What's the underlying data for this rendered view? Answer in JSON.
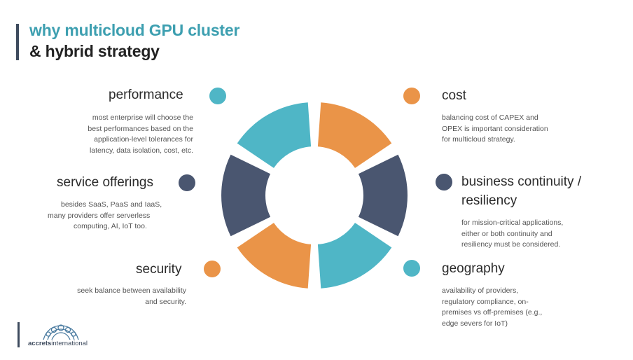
{
  "title": {
    "line1": "why multicloud GPU cluster",
    "line2": "& hybrid strategy"
  },
  "colors": {
    "teal": "#4fb6c6",
    "orange": "#ea9448",
    "slate": "#4a5670"
  },
  "items": {
    "performance": {
      "heading": "performance",
      "desc": [
        "most enterprise will choose the",
        "best performances based on the",
        "application-level tolerances for",
        "latency,  data isolation, cost, etc."
      ]
    },
    "service": {
      "heading": "service offerings",
      "desc": [
        "besides SaaS, PaaS and IaaS,",
        "many providers offer serverless",
        "computing, AI, IoT too."
      ]
    },
    "security": {
      "heading": "security",
      "desc": [
        "seek balance between availability",
        "and security."
      ]
    },
    "cost": {
      "heading": "cost",
      "desc": [
        "balancing cost of CAPEX and",
        "OPEX is important consideration",
        "for multicloud strategy."
      ]
    },
    "continuity": {
      "heading_line1": "business continuity /",
      "heading_line2": "resiliency",
      "desc": [
        "for mission-critical applications,",
        "either or both continuity and",
        "resiliency must be considered."
      ]
    },
    "geography": {
      "heading": "geography",
      "desc": [
        "availability of providers,",
        "regulatory compliance, on-",
        "premises vs off-premises (e.g.,",
        "edge severs for IoT)"
      ]
    }
  },
  "logo": {
    "bold": "accrets",
    "rest": "international"
  }
}
